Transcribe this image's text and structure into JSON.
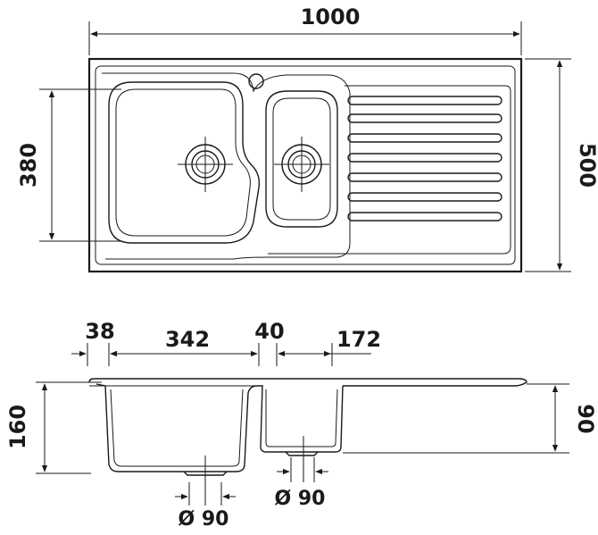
{
  "dimensions": {
    "overall_width": "1000",
    "overall_depth": "500",
    "bowl_depth": "380",
    "section_edge": "38",
    "main_bowl_width": "342",
    "bowl_gap": "40",
    "small_bowl_width": "172",
    "main_bowl_height": "160",
    "small_bowl_height": "90",
    "drain_main": "Ø 90",
    "drain_small": "Ø 90"
  }
}
